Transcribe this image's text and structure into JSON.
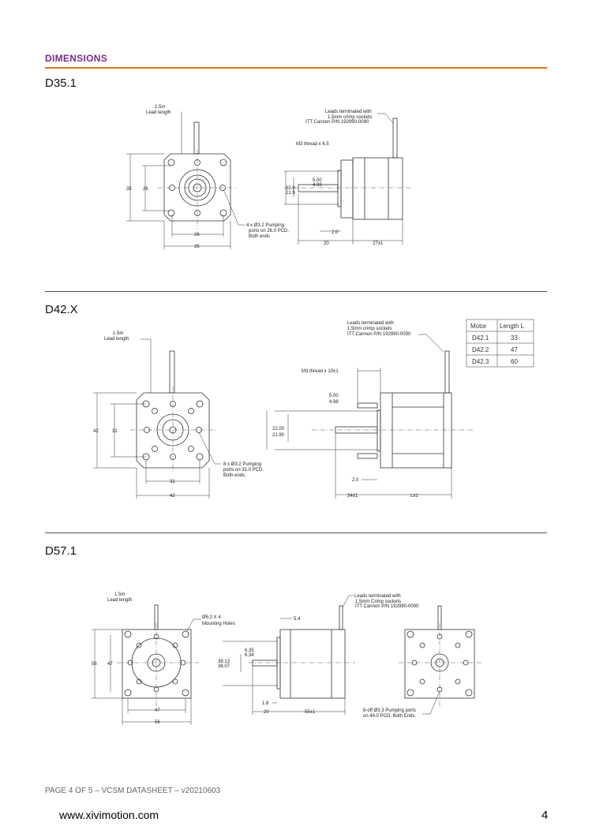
{
  "header": {
    "title": "DIMENSIONS",
    "accent": "#e8731e"
  },
  "sections": [
    {
      "title": "D35.1",
      "labels": {
        "lead1": "1.5m",
        "lead2": "Lead length",
        "leads1": "Leads terminated with",
        "leads2": "1.5mm crimp sockets",
        "leads3": "ITT Cannon P/N 192990-0090",
        "thread": "M3 thread x 6.5",
        "dim_h": "35",
        "dim_h2": "26",
        "dim_w2": "26",
        "dim_w": "35",
        "shaft_d_top": "5.00",
        "shaft_d_bot": "4.98",
        "boss_d_top": "22.0",
        "boss_d_bot": "21.9",
        "pump1": "4 x Ø3.2 Pumping",
        "pump2": "ports on 26.0 PCD.",
        "pump3": "Both ends",
        "flange": "2.0",
        "shaft_len": "20",
        "body_len": "27±1"
      }
    },
    {
      "title": "D42.X",
      "labels": {
        "lead1": "1.5m",
        "lead2": "Lead length",
        "leads1": "Leads terminated with",
        "leads2": "1.5mm crimp sockets",
        "leads3": "ITT Cannon P/N 192990-0090",
        "thread": "M3 thread x 10±1",
        "dim_h": "42",
        "dim_h2": "31",
        "dim_w2": "31",
        "dim_w": "42",
        "shaft_d_top": "5.00",
        "shaft_d_bot": "4.98",
        "boss_d_top": "22.00",
        "boss_d_bot": "21.90",
        "pump1": "8 x Ø3.2 Pumping",
        "pump2": "ports on 31.0 PCD.",
        "pump3": "Both ends.",
        "flange": "2.0",
        "shaft_len": "34±1",
        "body_len": "L±1"
      },
      "table": {
        "headers": [
          "Motor",
          "Length L"
        ],
        "rows": [
          [
            "D42.1",
            "33"
          ],
          [
            "D42.2",
            "47"
          ],
          [
            "D42.3",
            "60"
          ]
        ]
      }
    },
    {
      "title": "D57.1",
      "labels": {
        "lead1": "1.5m",
        "lead2": "Lead length",
        "leads1": "Leads terminated with",
        "leads2": "1.5mm Crimp sockets",
        "leads3": "ITT Cannon P/N 192990-0090",
        "mount1": "Ø5.2 X 4",
        "mount2": "Mounting Holes",
        "dim_h": "56",
        "dim_h2": "47",
        "dim_w2": "47",
        "dim_w": "56",
        "top": "5.4",
        "shaft_d_top": "6.35",
        "shaft_d_bot": "6.34",
        "boss_d_top": "38.13",
        "boss_d_bot": "38.07",
        "flange": "1.6",
        "shaft_len": "20",
        "body_len": "55±1",
        "pump1": "8-off Ø3.3 Pumping ports",
        "pump2": "on 44.0 PCD. Both Ends."
      }
    }
  ],
  "footer": {
    "text": "PAGE 4 OF 5 – VCSM DATASHEET – v20210603",
    "url": "www.xivimotion.com",
    "page": "4"
  }
}
